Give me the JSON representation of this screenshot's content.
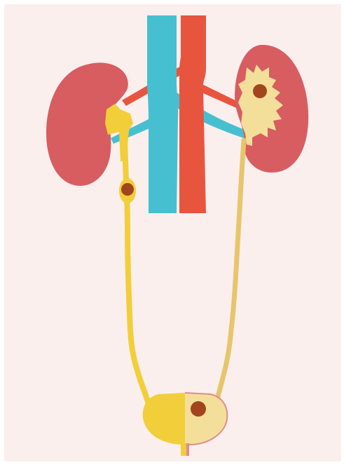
{
  "diagram": {
    "colors": {
      "background": "#fbefee",
      "kidney": "#d75d61",
      "vein": "#46c0d0",
      "artery": "#e8553f",
      "ureter_left": "#f2ce3a",
      "ureter_right": "#e8c56b",
      "pelvis_right": "#f4df9a",
      "stone": "#a2451f",
      "bladder_wall": "#e08c8c"
    },
    "structures": [
      {
        "id": "left-kidney",
        "icon": "kidney-icon"
      },
      {
        "id": "right-kidney-cutaway",
        "icon": "kidney-cross-section-icon"
      },
      {
        "id": "inferior-vena-cava",
        "icon": "vein-icon"
      },
      {
        "id": "aorta",
        "icon": "artery-icon"
      },
      {
        "id": "left-ureter",
        "icon": "ureter-icon"
      },
      {
        "id": "right-ureter",
        "icon": "ureter-icon"
      },
      {
        "id": "bladder",
        "icon": "bladder-icon"
      },
      {
        "id": "urethra",
        "icon": "urethra-icon"
      }
    ],
    "stones": [
      {
        "location": "right-renal-pelvis"
      },
      {
        "location": "left-ureter"
      },
      {
        "location": "bladder"
      }
    ]
  }
}
